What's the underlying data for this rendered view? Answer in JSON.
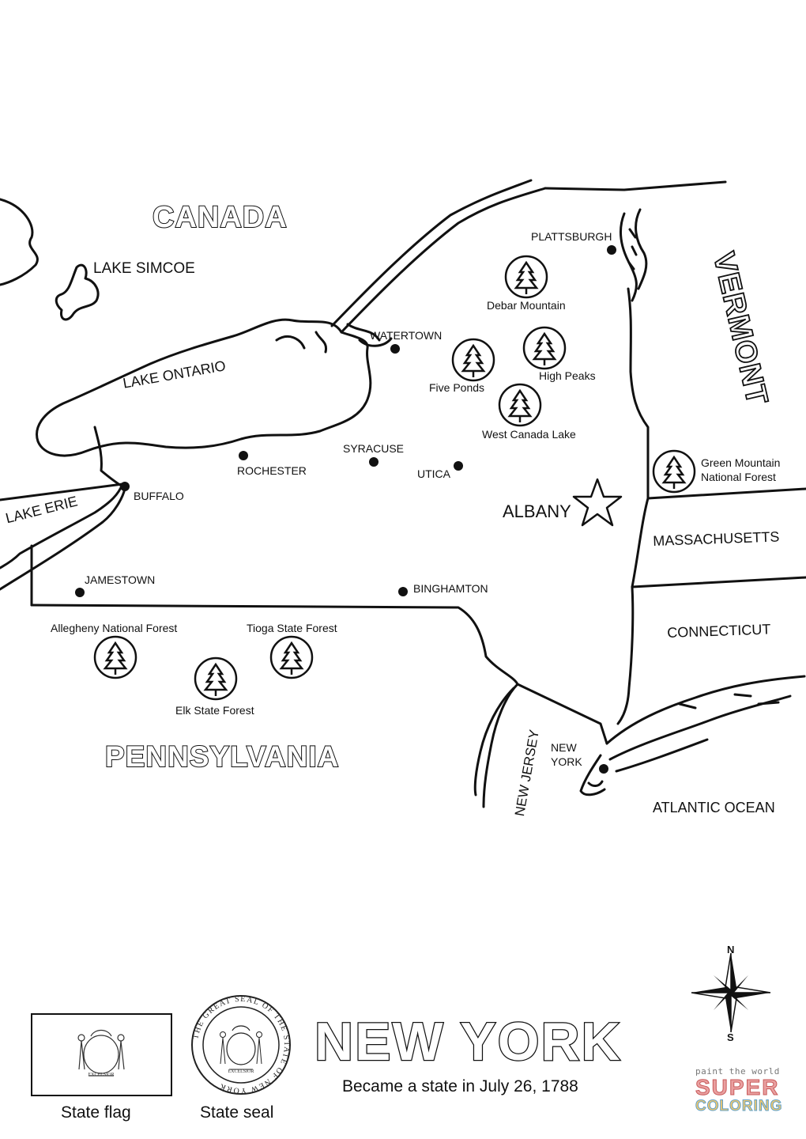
{
  "countries": {
    "canada": "CANADA"
  },
  "lakes": {
    "simcoe": "LAKE SIMCOE",
    "ontario": "LAKE ONTARIO",
    "erie": "LAKE ERIE"
  },
  "neighbors": {
    "vermont": "VERMONT",
    "massachusetts": "MASSACHUSETTS",
    "connecticut": "CONNECTICUT",
    "new_jersey": "NEW JERSEY",
    "pennsylvania": "PENNSYLVANIA"
  },
  "ocean": "ATLANTIC OCEAN",
  "capital": "ALBANY",
  "cities": {
    "plattsburgh": "PLATTSBURGH",
    "watertown": "WATERTOWN",
    "syracuse": "SYRACUSE",
    "rochester": "ROCHESTER",
    "utica": "UTICA",
    "buffalo": "BUFFALO",
    "jamestown": "JAMESTOWN",
    "binghamton": "BINGHAMTON",
    "new_york_line1": "NEW",
    "new_york_line2": "YORK"
  },
  "forests": {
    "debar": "Debar Mountain",
    "five_ponds": "Five Ponds",
    "high_peaks": "High Peaks",
    "west_canada": "West Canada Lake",
    "green_mtn_line1": "Green Mountain",
    "green_mtn_line2": "National Forest",
    "allegheny": "Allegheny National Forest",
    "tioga": "Tioga State Forest",
    "elk": "Elk State Forest"
  },
  "footer": {
    "title": "NEW YORK",
    "subtitle": "Became a state in July 26, 1788",
    "flag_caption": "State flag",
    "seal_caption": "State seal",
    "seal_ring_text": "THE GREAT SEAL OF THE STATE OF NEW YORK",
    "motto": "EXCELSIOR",
    "compass_n": "N",
    "compass_s": "S",
    "brand_line1": "paint the world",
    "brand_line2": "SUPER",
    "brand_line3": "COLORING"
  }
}
